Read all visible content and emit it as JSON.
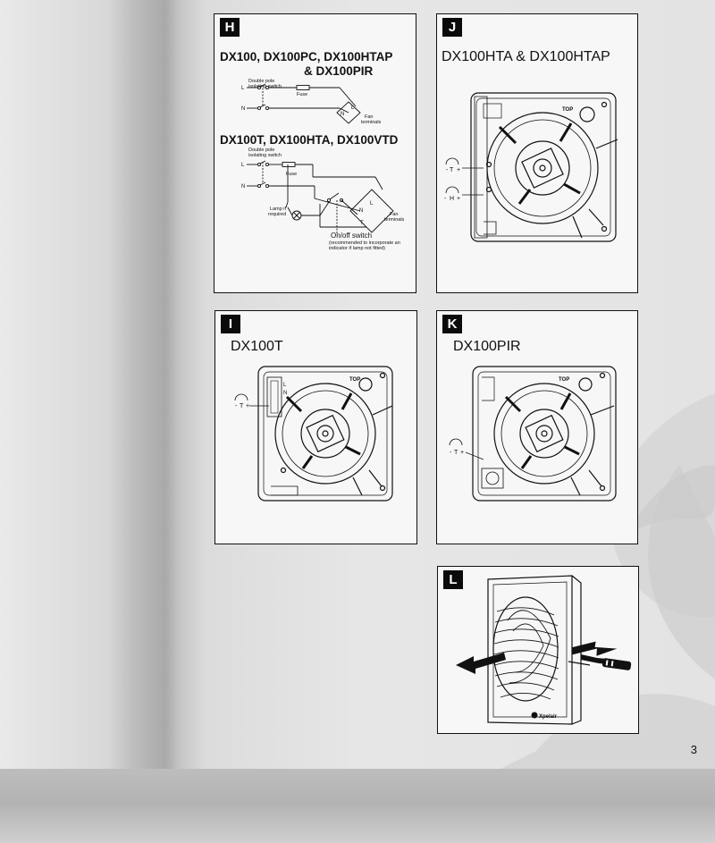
{
  "page_number": "3",
  "panels": {
    "H": {
      "badge": "H",
      "title_line1": "DX100, DX100PC, DX100HTAP",
      "title_line2": "& DX100PIR",
      "title2": "DX100T, DX100HTA, DX100VTD",
      "diagram1": {
        "switch_label_1": "Double pole",
        "switch_label_2": "isolating switch",
        "L": "L",
        "N": "N",
        "fuse": "Fuse",
        "terminal_N": "N",
        "terminal_L": "L",
        "fan_terminals_1": "Fan",
        "fan_terminals_2": "terminals"
      },
      "diagram2": {
        "switch_label_1": "Double pole",
        "switch_label_2": "isolating switch",
        "L": "L",
        "N": "N",
        "fuse": "Fuse",
        "lamp_1": "Lamp if",
        "lamp_2": "required",
        "terminal_N": "N",
        "terminal_L": "L",
        "terminal_T": "T",
        "fan_terminals_1": "Fan",
        "fan_terminals_2": "terminals",
        "onoff": "On/off switch",
        "onoff_note_1": "(recommended to incorporate an",
        "onoff_note_2": "indicator if lamp not fitted)"
      }
    },
    "J": {
      "badge": "J",
      "title": "DX100HTA & DX100HTAP",
      "top": "TOP",
      "T": "T",
      "H": "H",
      "minus": "-",
      "plus": "+"
    },
    "I": {
      "badge": "I",
      "title": "DX100T",
      "top": "TOP",
      "T": "T",
      "minus": "-",
      "plus": "+",
      "L": "L",
      "N": "N"
    },
    "K": {
      "badge": "K",
      "title": "DX100PIR",
      "top": "TOP",
      "T": "T",
      "minus": "-",
      "plus": "+"
    },
    "L": {
      "badge": "L",
      "brand": "Xpelair"
    }
  }
}
